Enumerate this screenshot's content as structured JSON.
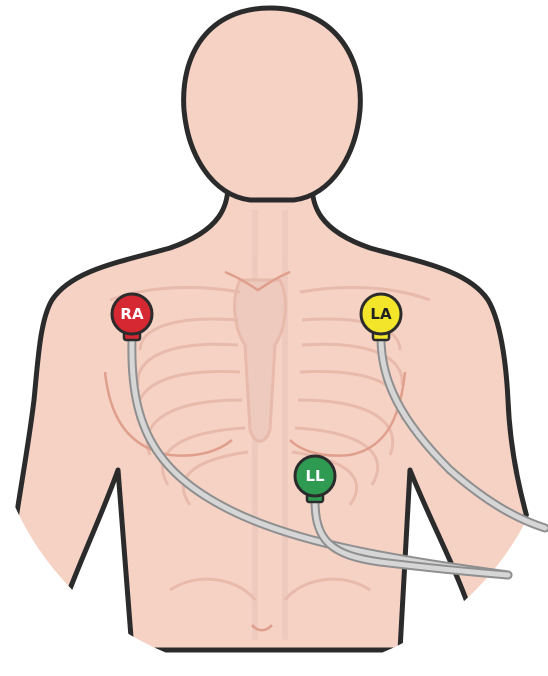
{
  "electrodes": [
    {
      "id": "ra",
      "label": "RA",
      "color": "#d62832",
      "text_color": "#ffffff"
    },
    {
      "id": "la",
      "label": "LA",
      "color": "#f2e52a",
      "text_color": "#222222"
    },
    {
      "id": "ll",
      "label": "LL",
      "color": "#2e9a52",
      "text_color": "#ffffff"
    }
  ],
  "colors": {
    "skin": "#f6d2c5",
    "skin_outline": "#2b2b2b",
    "skeleton": "#ecc7bb",
    "skeleton_line": "#e3b3a4",
    "muscle_line": "#e09f8c",
    "cable": "#c9c9c9",
    "cable_outline": "#8f8f8f",
    "circle_bg": "#f9e2da"
  }
}
